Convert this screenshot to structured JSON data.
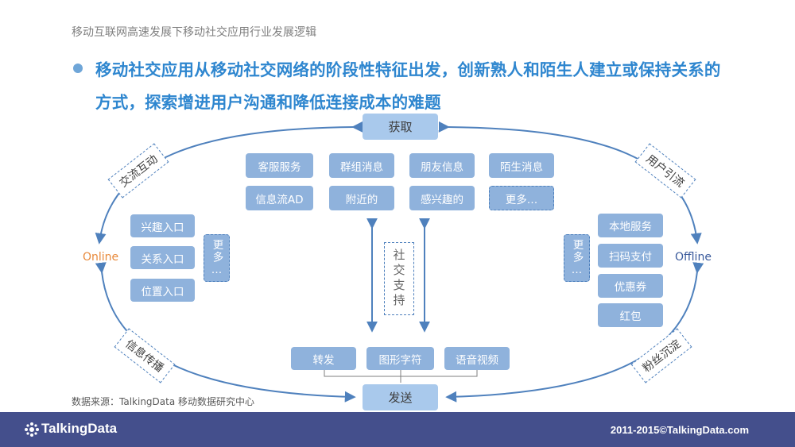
{
  "header": {
    "subtitle": "移动互联网高速发展下移动社交应用行业发展逻辑",
    "headline_line1": "移动社交应用从移动社交网络的阶段性特征出发，创新熟人和陌生人建立或保持关系的",
    "headline_line2": "方式，探索增进用户沟通和降低连接成本的难题"
  },
  "diagram": {
    "acquire": "获取",
    "send": "发送",
    "online": "Online",
    "offline": "Offline",
    "arc_tags": {
      "top_left": "交流互动",
      "top_right": "用户引流",
      "bottom_left": "信息传播",
      "bottom_right": "粉丝沉淀"
    },
    "top_grid": [
      [
        "客服服务",
        "群组消息",
        "朋友信息",
        "陌生消息"
      ],
      [
        "信息流AD",
        "附近的",
        "感兴趣的",
        "更多…"
      ]
    ],
    "left_entries": [
      "兴趣入口",
      "关系入口",
      "位置入口"
    ],
    "left_more": "更多…",
    "right_entries": [
      "本地服务",
      "扫码支付",
      "优惠券",
      "红包"
    ],
    "right_more": "更多…",
    "social_support": "社交支持",
    "bottom_items": [
      "转发",
      "图形字符",
      "语音视频"
    ]
  },
  "source": "数据来源：TalkingData 移动数据研究中心",
  "footer": {
    "logo": "TalkingData",
    "copyright": "2011-2015©TalkingData.com"
  },
  "colors": {
    "accent_blue": "#2e86cf",
    "box_fill": "#8fb2dc",
    "online": "#e8893a",
    "offline": "#3a5a9c",
    "footer": "#444f8c"
  }
}
